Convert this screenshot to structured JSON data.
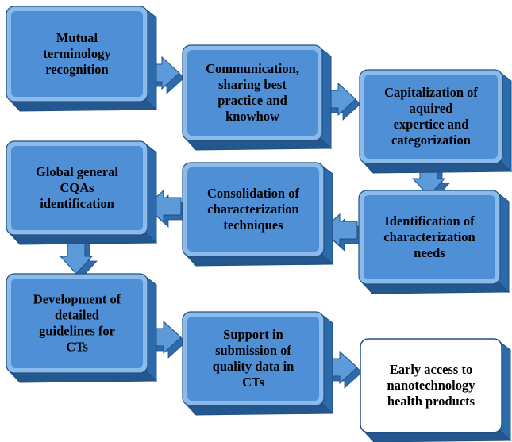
{
  "steps": [
    {
      "id": "s1",
      "lines": [
        "Mutual",
        "terminology",
        "recognition"
      ],
      "highlight": false
    },
    {
      "id": "s2",
      "lines": [
        "Communication,",
        "sharing best",
        "practice and",
        "knowhow"
      ],
      "highlight": false
    },
    {
      "id": "s3",
      "lines": [
        "Capitalization of",
        "aquired",
        "expertice and",
        "categorization"
      ],
      "highlight": false
    },
    {
      "id": "s4",
      "lines": [
        "Identification of",
        "characterization",
        "needs"
      ],
      "highlight": false
    },
    {
      "id": "s5",
      "lines": [
        "Consolidation of",
        "characterization",
        "techniques"
      ],
      "highlight": false
    },
    {
      "id": "s6",
      "lines": [
        "Global general",
        "CQAs",
        "identification"
      ],
      "highlight": false
    },
    {
      "id": "s7",
      "lines": [
        "Development of",
        "detailed",
        "guidelines for",
        "CTs"
      ],
      "highlight": false
    },
    {
      "id": "s8",
      "lines": [
        "Support in",
        "submission of",
        "quality data in",
        "CTs"
      ],
      "highlight": false
    },
    {
      "id": "s9",
      "lines": [
        "Early access to",
        "nanotechnology",
        "health products"
      ],
      "highlight": true
    }
  ],
  "colors": {
    "box_front": "#4f8fd6",
    "box_top": "#8cbbea",
    "box_side": "#2d6aa9",
    "box_bottom": "#24578d",
    "outline": "#1e4f86",
    "arrow": "#5d9ad9",
    "arrow_dark": "#2f6bab",
    "highlight_fill": "#ffffff",
    "text": "#000000"
  }
}
